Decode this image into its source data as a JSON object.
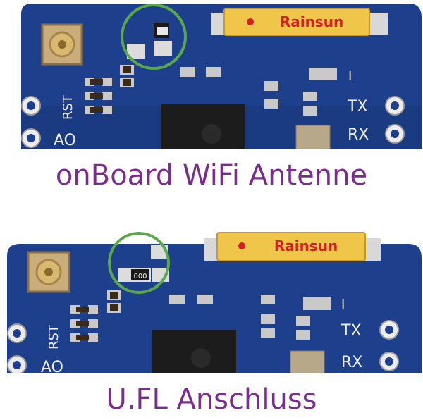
{
  "photos": [
    {
      "antenna_label": "Rainsun",
      "silkscreen": {
        "rst": "RST",
        "ao": "AO",
        "tx": "TX",
        "rx": "RX",
        "one": "I"
      },
      "resistor_code": "",
      "caption": "onBoard WiFi Antenne"
    },
    {
      "antenna_label": "Rainsun",
      "silkscreen": {
        "rst": "RST",
        "ao": "AO",
        "tx": "TX",
        "rx": "RX",
        "one": "I"
      },
      "resistor_code": "000",
      "caption": "U.FL Anschluss"
    }
  ],
  "colors": {
    "pcb": "#1d3f8c",
    "pcb_dark": "#14306e",
    "highlight_circle": "#5aa84a",
    "caption": "#7b2d8e",
    "antenna_body": "#f0c64a",
    "antenna_text": "#d42020"
  }
}
